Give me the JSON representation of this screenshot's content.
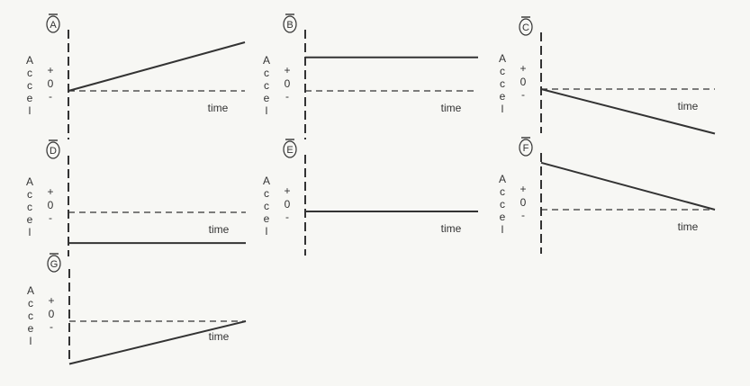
{
  "chart_data": [
    {
      "type": "line",
      "title": "A",
      "ylabel": "Accel",
      "xlabel": "time",
      "ytick_labels": [
        "+",
        "0",
        "-"
      ],
      "ylim": [
        -1,
        1
      ],
      "xlim": [
        0,
        1
      ],
      "series": [
        {
          "x": [
            0,
            1
          ],
          "y": [
            0,
            0.9
          ]
        }
      ]
    },
    {
      "type": "line",
      "title": "B",
      "ylabel": "Accel",
      "xlabel": "time",
      "ytick_labels": [
        "+",
        "0",
        "-"
      ],
      "ylim": [
        -1,
        1
      ],
      "xlim": [
        0,
        1
      ],
      "series": [
        {
          "x": [
            0,
            1
          ],
          "y": [
            0.62,
            0.62
          ]
        }
      ]
    },
    {
      "type": "line",
      "title": "C",
      "ylabel": "Accel",
      "xlabel": "time",
      "ytick_labels": [
        "+",
        "0",
        "-"
      ],
      "ylim": [
        -1,
        1
      ],
      "xlim": [
        0,
        1
      ],
      "series": [
        {
          "x": [
            0,
            1
          ],
          "y": [
            0,
            -0.9
          ]
        }
      ]
    },
    {
      "type": "line",
      "title": "D",
      "ylabel": "Accel",
      "xlabel": "time",
      "ytick_labels": [
        "+",
        "0",
        "-"
      ],
      "ylim": [
        -1,
        1
      ],
      "xlim": [
        0,
        1
      ],
      "series": [
        {
          "x": [
            0,
            1
          ],
          "y": [
            -0.62,
            -0.62
          ]
        }
      ]
    },
    {
      "type": "line",
      "title": "E",
      "ylabel": "Accel",
      "xlabel": "time",
      "ytick_labels": [
        "+",
        "0",
        "-"
      ],
      "ylim": [
        -1,
        1
      ],
      "xlim": [
        0,
        1
      ],
      "series": [
        {
          "x": [
            0,
            1
          ],
          "y": [
            0,
            0
          ]
        }
      ]
    },
    {
      "type": "line",
      "title": "F",
      "ylabel": "Accel",
      "xlabel": "time",
      "ytick_labels": [
        "+",
        "0",
        "-"
      ],
      "ylim": [
        -1,
        1
      ],
      "xlim": [
        0,
        1
      ],
      "series": [
        {
          "x": [
            0,
            1
          ],
          "y": [
            0.95,
            0
          ]
        }
      ]
    },
    {
      "type": "line",
      "title": "G",
      "ylabel": "Accel",
      "xlabel": "time",
      "ytick_labels": [
        "+",
        "0",
        "-"
      ],
      "ylim": [
        -1,
        1
      ],
      "xlim": [
        0,
        1
      ],
      "series": [
        {
          "x": [
            0,
            1
          ],
          "y": [
            -0.95,
            0
          ]
        }
      ]
    }
  ],
  "colors": {
    "ink": "#333333",
    "background": "#f7f7f4"
  }
}
